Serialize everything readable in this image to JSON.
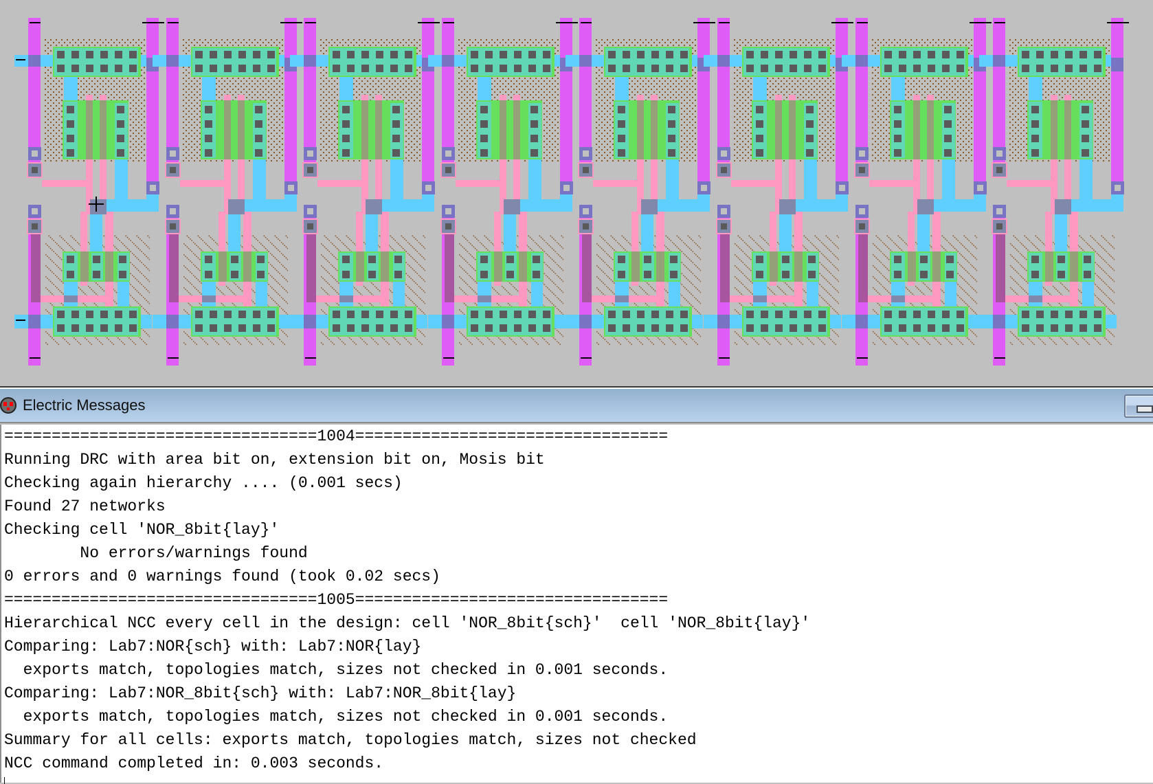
{
  "layout": {
    "cell_name": "NOR_8bit{lay}",
    "cell_count": 8,
    "layers": {
      "background": "#c0c0c0",
      "metal1": "#5fcfff",
      "metal2": "#e05cf7",
      "polysilicon": "#ff99c2",
      "active": "#66e05c",
      "active_contact": "#5a5a5a",
      "via": "#7873c2",
      "pwell_select": "#8b5a2b",
      "nwell_dots": "#8b5a2b",
      "export_mark": "#000000"
    },
    "cursor": "crosshair"
  },
  "messages": {
    "title": "Electric Messages",
    "icon": "electric-logo-icon",
    "minimize_icon": "minimize-icon",
    "lines": [
      "=================================1004=================================",
      "Running DRC with area bit on, extension bit on, Mosis bit",
      "Checking again hierarchy .... (0.001 secs)",
      "Found 27 networks",
      "Checking cell 'NOR_8bit{lay}'",
      "        No errors/warnings found",
      "0 errors and 0 warnings found (took 0.02 secs)",
      "=================================1005=================================",
      "Hierarchical NCC every cell in the design: cell 'NOR_8bit{sch}'  cell 'NOR_8bit{lay}'",
      "Comparing: Lab7:NOR{sch} with: Lab7:NOR{lay}",
      "  exports match, topologies match, sizes not checked in 0.001 seconds.",
      "Comparing: Lab7:NOR_8bit{sch} with: Lab7:NOR_8bit{lay}",
      "  exports match, topologies match, sizes not checked in 0.001 seconds.",
      "Summary for all cells: exports match, topologies match, sizes not checked",
      "NCC command completed in: 0.003 seconds."
    ]
  }
}
